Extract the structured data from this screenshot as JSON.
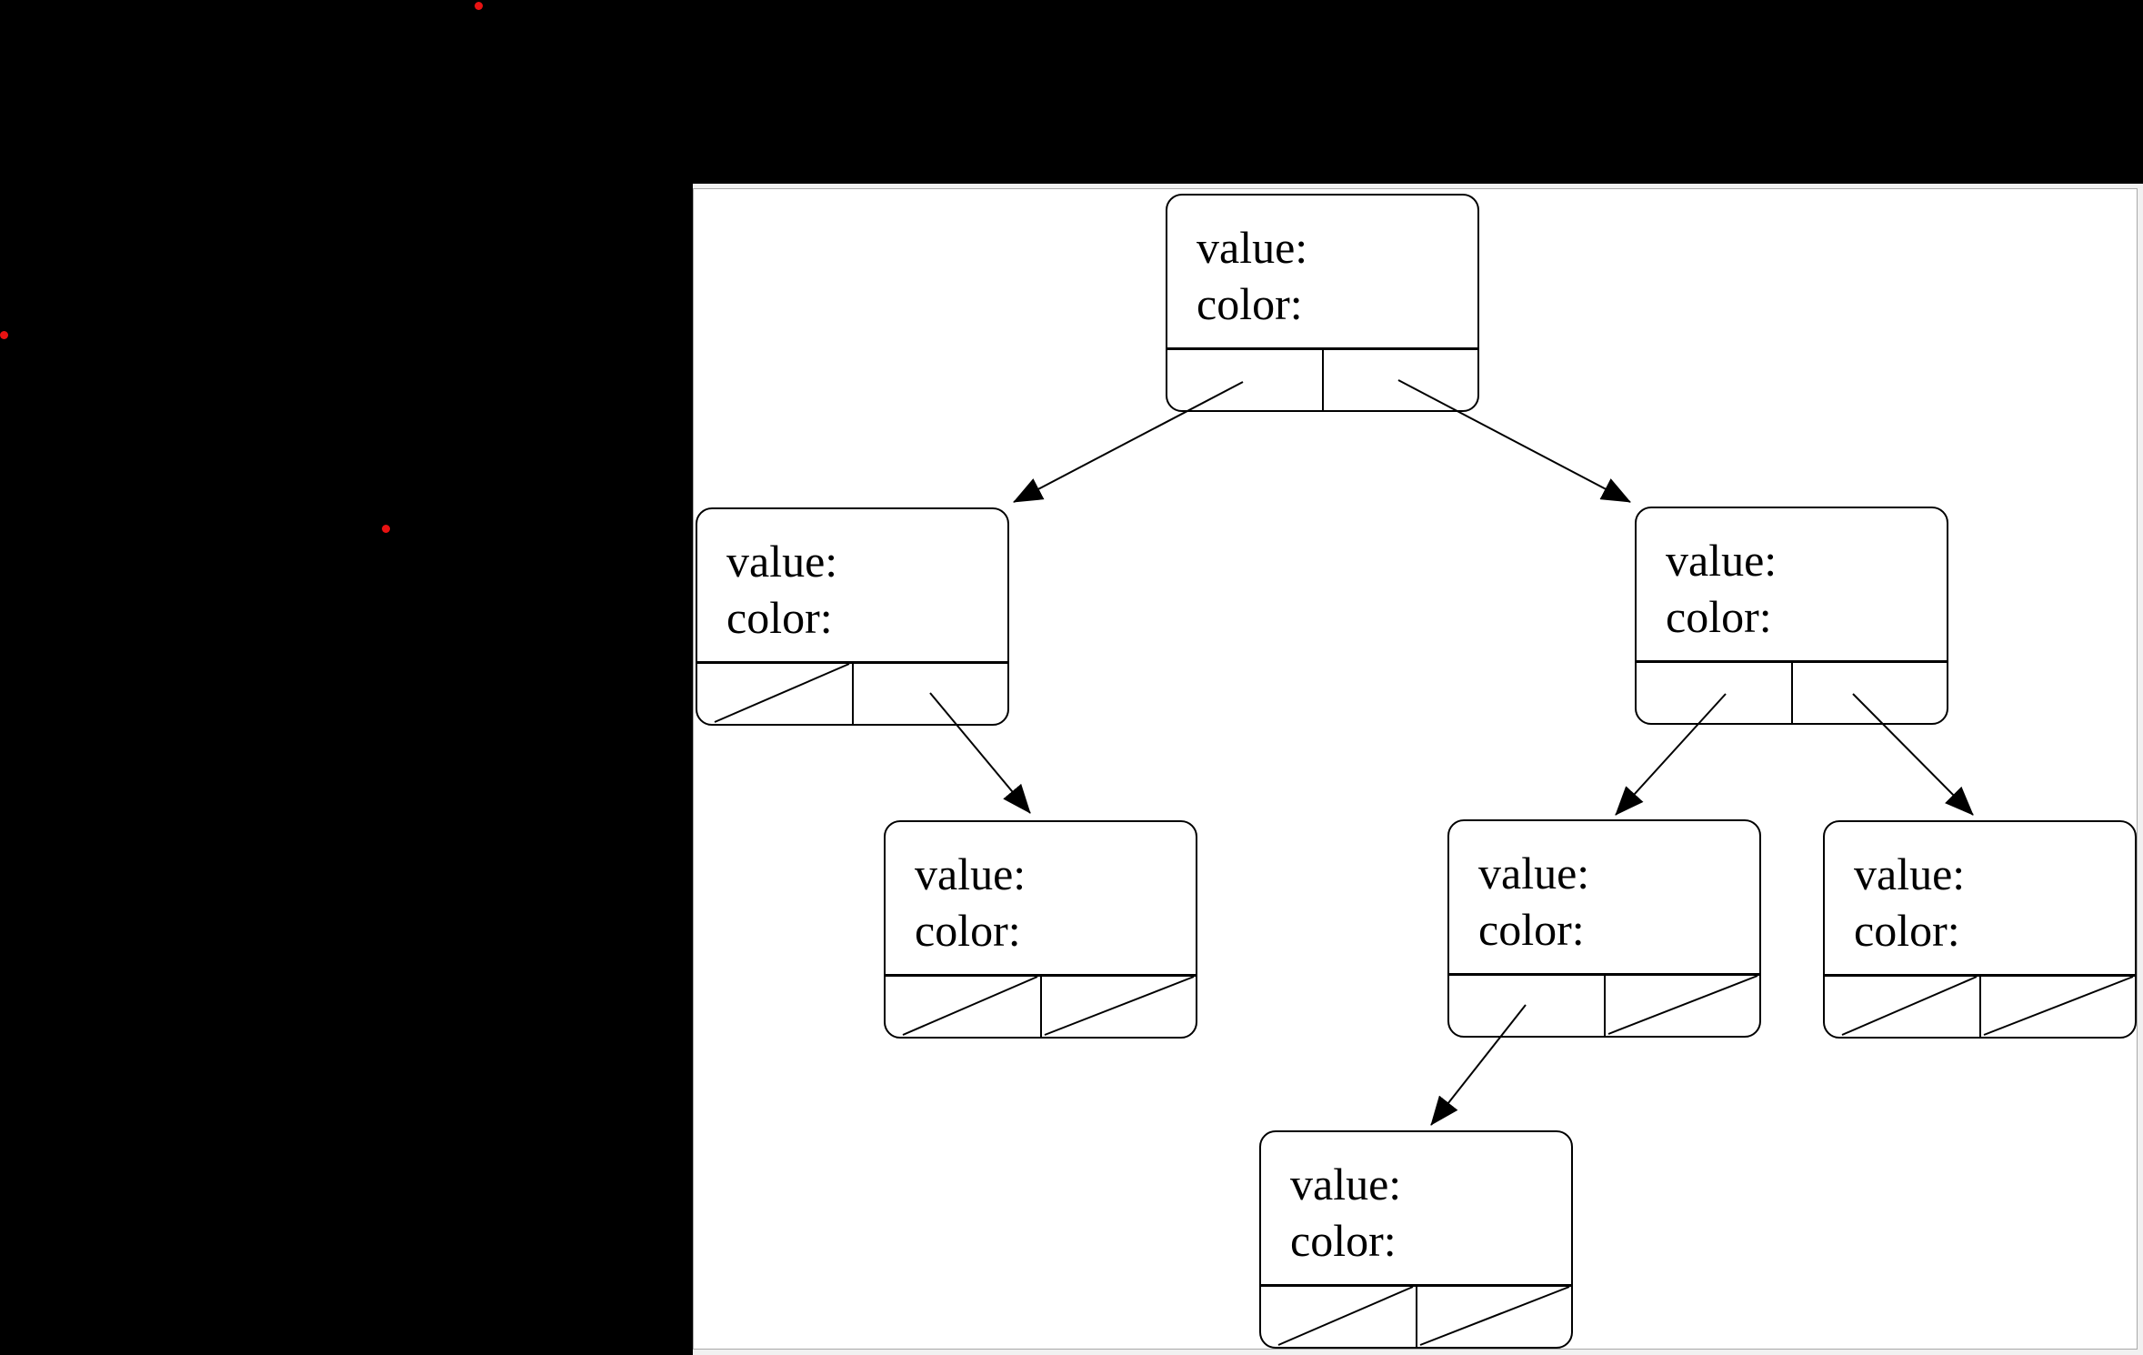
{
  "page": {
    "background_color": "#000000"
  },
  "viewer_window": {
    "frame_color": "#f1f1f1",
    "canvas_color": "#ffffff",
    "border_color": "#a9a9a9"
  },
  "markers": {
    "dot_color": "#e81212",
    "dot_count": 3
  },
  "diagram": {
    "type": "binary-tree-node-diagram",
    "line_color": "#000000",
    "nodes": [
      {
        "id": "root",
        "value_label": "value:",
        "color_label": "color:",
        "left_pointer": "arrow-to-left-child",
        "right_pointer": "arrow-to-right-child"
      },
      {
        "id": "left-child",
        "value_label": "value:",
        "color_label": "color:",
        "left_pointer": "null-slash",
        "right_pointer": "arrow-to-child"
      },
      {
        "id": "right-child",
        "value_label": "value:",
        "color_label": "color:",
        "left_pointer": "arrow-to-child",
        "right_pointer": "arrow-to-child"
      },
      {
        "id": "left-right-grandchild",
        "value_label": "value:",
        "color_label": "color:",
        "left_pointer": "null-slash",
        "right_pointer": "null-slash"
      },
      {
        "id": "right-left-grandchild",
        "value_label": "value:",
        "color_label": "color:",
        "left_pointer": "arrow-to-child",
        "right_pointer": "null-slash"
      },
      {
        "id": "right-right-grandchild",
        "value_label": "value:",
        "color_label": "color:",
        "left_pointer": "null-slash",
        "right_pointer": "null-slash"
      },
      {
        "id": "right-left-left-great-grandchild",
        "value_label": "value:",
        "color_label": "color:",
        "left_pointer": "null-slash",
        "right_pointer": "null-slash"
      }
    ]
  }
}
